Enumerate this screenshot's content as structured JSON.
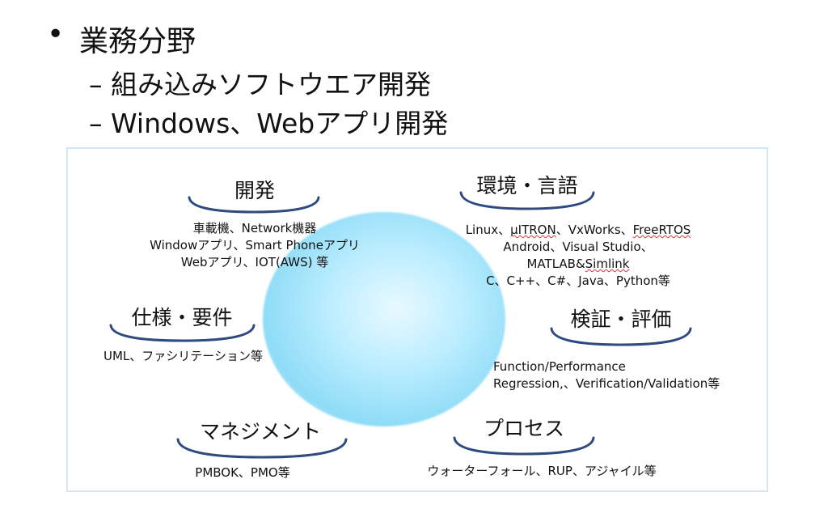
{
  "bullets": {
    "main": "業務分野",
    "dash": "–",
    "sub": [
      "組み込みソフトウエア開発",
      "Windows、Webアプリ開発"
    ]
  },
  "sections": {
    "dev": {
      "title": "開発",
      "lines": [
        "車載機、Network機器",
        "Windowアプリ、Smart Phoneアプリ",
        "Webアプリ、IOT(AWS) 等"
      ]
    },
    "env": {
      "title": "環境・言語",
      "line1a": "Linux、",
      "line1b": "μITRON",
      "line1c": "、VxWorks、",
      "line1d": "FreeRTOS",
      "line2": "Android、Visual Studio、",
      "line3a": "MATLAB&",
      "line3b": "Simlink",
      "line4": "C、C++、C#、Java、Python等"
    },
    "spec": {
      "title": "仕様・要件",
      "lines": [
        "UML、ファシリテーション等"
      ]
    },
    "verify": {
      "title": "検証・評価",
      "lines": [
        "Function/Performance",
        "Regression,、Verification/Validation等"
      ]
    },
    "mgmt": {
      "title": "マネジメント",
      "lines": [
        "PMBOK、PMO等"
      ]
    },
    "process": {
      "title": "プロセス",
      "lines": [
        "ウォーターフォール、RUP、アジャイル等"
      ]
    }
  },
  "colors": {
    "arc": "#2f4a80",
    "panel_border": "#d6e6f4",
    "glow": "#8fdcf7"
  }
}
